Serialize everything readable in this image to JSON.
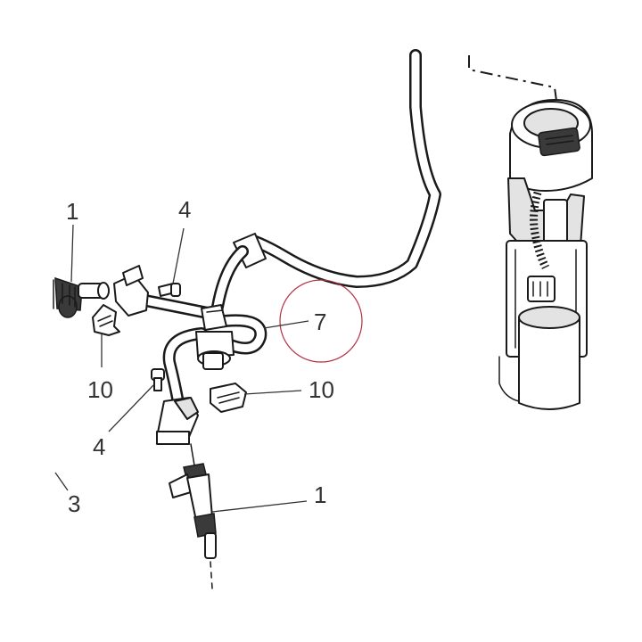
{
  "diagram": {
    "callouts": [
      {
        "id": "c1-top",
        "text": "1"
      },
      {
        "id": "c4-top",
        "text": "4"
      },
      {
        "id": "c7",
        "text": "7"
      },
      {
        "id": "c10-left",
        "text": "10"
      },
      {
        "id": "c10-right",
        "text": "10"
      },
      {
        "id": "c4-bottom",
        "text": "4"
      },
      {
        "id": "c3",
        "text": "3"
      },
      {
        "id": "c1-bottom",
        "text": "1"
      }
    ],
    "highlight_color": "#b03040",
    "line_color": "#1a1a1a"
  }
}
